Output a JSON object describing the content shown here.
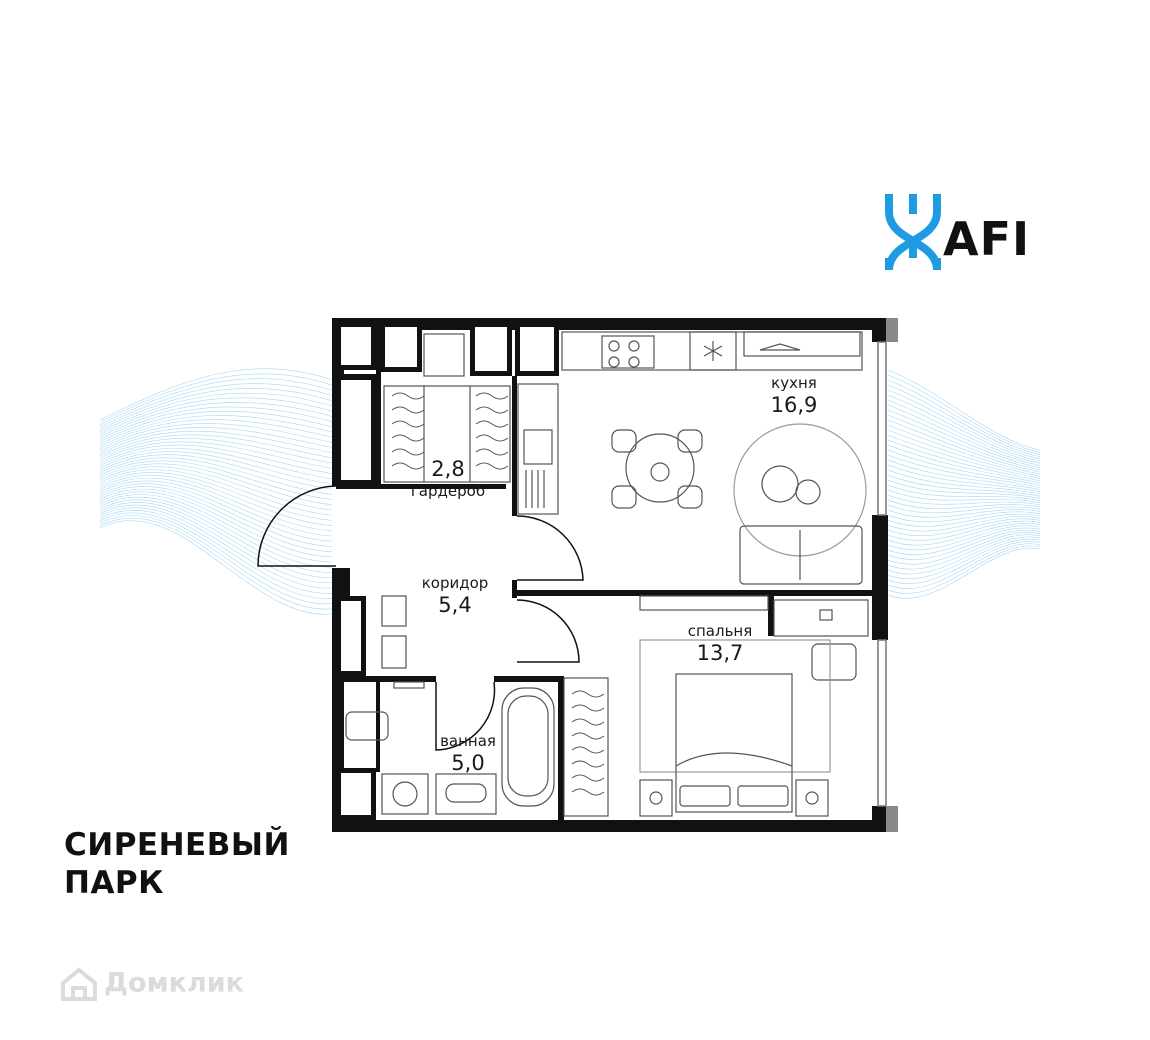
{
  "brand": {
    "logo_text": "AFI",
    "logo_mark_color": "#1f9be3",
    "project_name_line1": "СИРЕНЕВЫЙ",
    "project_name_line2": "ПАРК",
    "watermark": "Домклик"
  },
  "rooms": [
    {
      "id": "kitchen",
      "name": "кухня",
      "area": "16,9"
    },
    {
      "id": "wardrobe",
      "name": "гардероб",
      "area": "2,8"
    },
    {
      "id": "corridor",
      "name": "коридор",
      "area": "5,4"
    },
    {
      "id": "bedroom",
      "name": "спальня",
      "area": "13,7"
    },
    {
      "id": "bathroom",
      "name": "ванная",
      "area": "5,0"
    }
  ],
  "colors": {
    "wall": "#111111",
    "furniture_line": "#6b6b6b",
    "wave_blue": "#7cc4ee",
    "window": "#8a8a8a"
  },
  "icons": [
    "afi-logo-mark",
    "snowflake-icon",
    "house-icon"
  ]
}
